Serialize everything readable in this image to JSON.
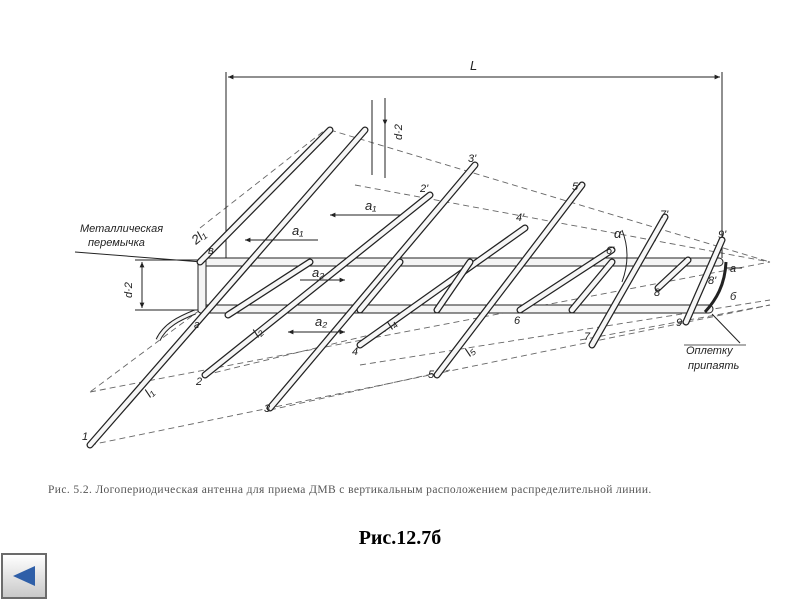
{
  "diagram": {
    "labels": {
      "L": "L",
      "d2_top": "d·2",
      "d2_left": "d·2",
      "2l1": "2l₁",
      "metal_jumper_1": "Металлическая",
      "metal_jumper_2": "перемычка",
      "a1_a": "a₁",
      "a1_b": "a₁",
      "a2_a": "a₂",
      "a2_b": "a₂",
      "l1": "l₁",
      "l2": "l₂",
      "l4": "l₄",
      "l5": "l₅",
      "alpha": "α",
      "v": "в",
      "g": "г",
      "a_pt": "а",
      "b_pt": "б",
      "braid_1": "Оплетку",
      "braid_2": "припаять",
      "n1": "1",
      "n2": "2",
      "n3": "3",
      "n4": "4",
      "n5": "5",
      "n6": "6",
      "n7": "7",
      "n8": "8",
      "n9": "9",
      "n3p": "3'",
      "n2p": "2'",
      "n5p": "5'",
      "n4p": "4'",
      "n6p": "6'",
      "n7p": "7'",
      "n9p": "9'",
      "n8p": "8'"
    }
  },
  "caption": "Рис. 5.2. Логопериодическая антенна для приема ДМВ с вертикальным расположением распределительной линии.",
  "figure_title": "Рис.12.7б",
  "nav": {
    "back_icon": "left-arrow-icon",
    "accent": "#2f5fa8"
  }
}
